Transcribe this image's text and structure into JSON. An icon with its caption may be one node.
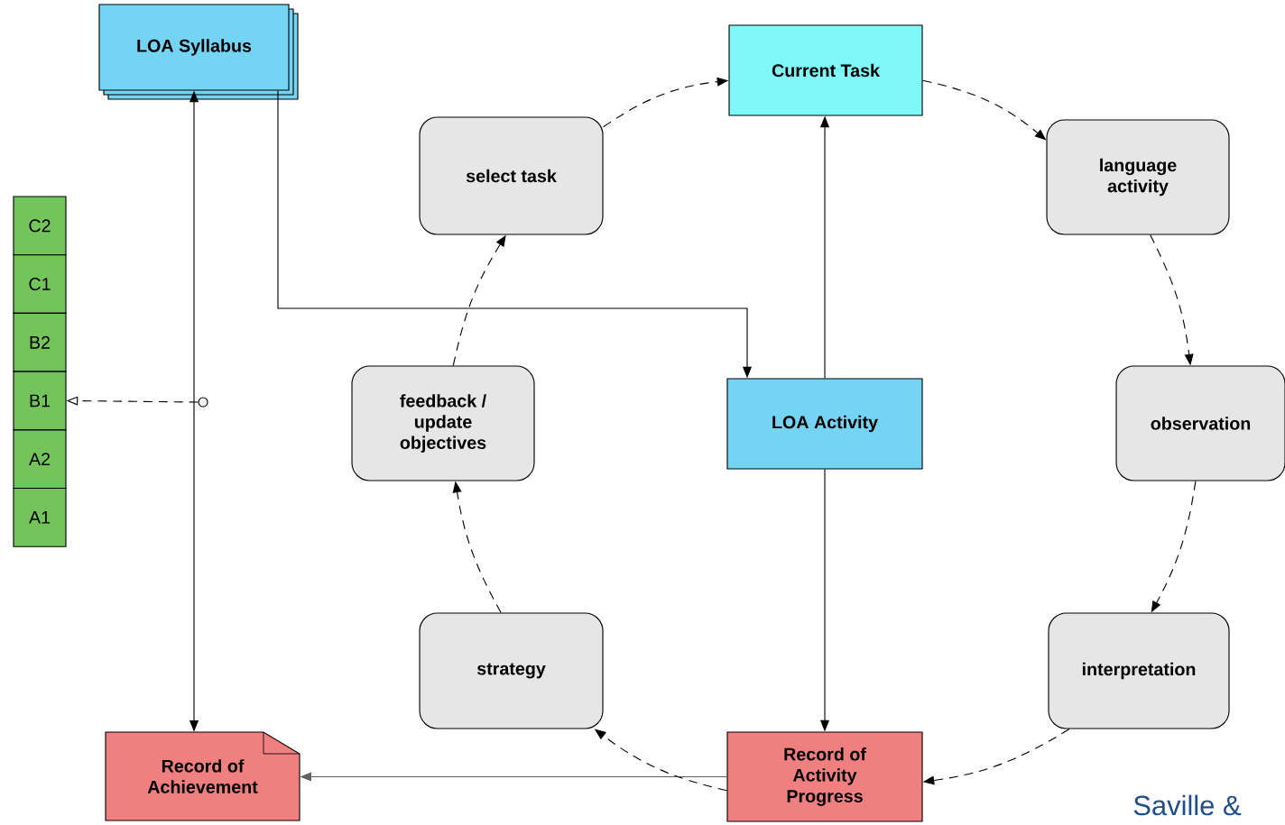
{
  "diagram": {
    "nodes": [
      {
        "text": [
          "LOA Syllabus"
        ]
      },
      {
        "text": [
          "Current Task"
        ]
      },
      {
        "text": [
          "select task"
        ]
      },
      {
        "text": [
          "language activity"
        ]
      },
      {
        "text": [
          "C2"
        ]
      },
      {
        "text": [
          "C1"
        ]
      },
      {
        "text": [
          "B2"
        ]
      },
      {
        "text": [
          "B1"
        ]
      },
      {
        "text": [
          "A2"
        ]
      },
      {
        "text": [
          "A1"
        ]
      },
      {
        "text": [
          "feedback / update objectives"
        ]
      },
      {
        "text": [
          "LOA Activity"
        ]
      },
      {
        "text": [
          "observation"
        ]
      },
      {
        "text": [
          "strategy"
        ]
      },
      {
        "text": [
          "interpretation"
        ]
      },
      {
        "text": [
          "Record of Achievement"
        ]
      },
      {
        "text": [
          "Record of Activity Progress"
        ]
      },
      {
        "text": [],
        "shape": "circle"
      }
    ],
    "edges": [
      {
        "from": 0,
        "to": 15,
        "arrow": "both"
      },
      {
        "from": 0,
        "to": 11,
        "arrow": "to"
      },
      {
        "from": 11,
        "to": 1,
        "arrow": "to"
      },
      {
        "from": 11,
        "to": 16,
        "arrow": "to"
      },
      {
        "from": 16,
        "to": 15,
        "arrow": "to",
        "color": "#606060"
      },
      {
        "from": 2,
        "to": 1,
        "arrow": "to",
        "style": "dashed"
      },
      {
        "from": 1,
        "to": 3,
        "arrow": "to",
        "style": "dashed"
      },
      {
        "from": 3,
        "to": 12,
        "arrow": "to",
        "style": "dashed"
      },
      {
        "from": 12,
        "to": 14,
        "arrow": "to",
        "style": "dashed"
      },
      {
        "from": 14,
        "to": 16,
        "arrow": "to",
        "style": "dashed"
      },
      {
        "from": 16,
        "to": 13,
        "arrow": "to",
        "style": "dashed"
      },
      {
        "from": 13,
        "to": 10,
        "arrow": "to",
        "style": "dashed"
      },
      {
        "from": 10,
        "to": 2,
        "arrow": "to",
        "style": "dashed"
      },
      {
        "from": 17,
        "to": 7,
        "arrow": "to",
        "style": "dashed"
      }
    ],
    "labels": [
      "Saville &"
    ]
  }
}
